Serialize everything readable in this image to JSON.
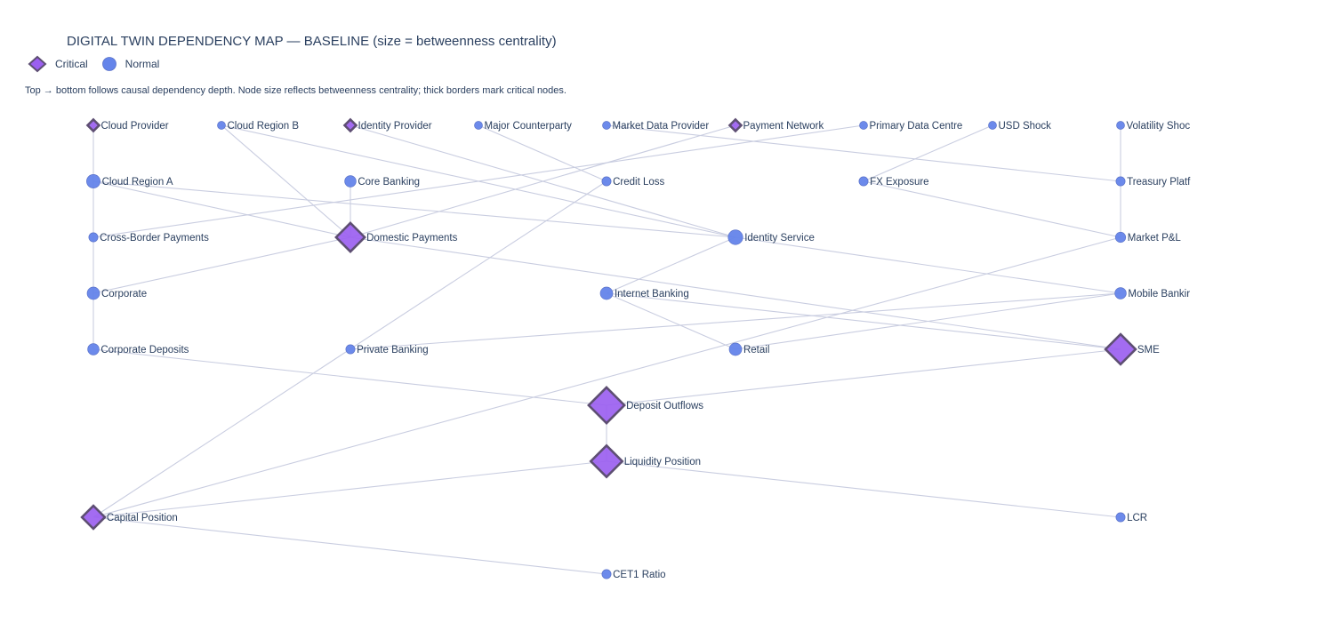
{
  "title": "DIGITAL TWIN DEPENDENCY MAP — BASELINE (size = betweenness centrality)",
  "subtitle": "Top → bottom follows causal dependency depth. Node size reflects betweenness centrality; thick borders mark critical nodes.",
  "legend": {
    "critical": "Critical",
    "normal": "Normal"
  },
  "colors": {
    "node_fill": "#6484ea",
    "critical_fill": "#9b5ff0",
    "critical_border": "#5e4f73",
    "edge": "#c9cde0",
    "text": "#2a3f5f"
  },
  "nodes": [
    {
      "id": "cloud-provider",
      "label": "Cloud Provider",
      "col": 0,
      "row": 0,
      "critical": true,
      "size": 1
    },
    {
      "id": "cloud-region-b",
      "label": "Cloud Region B",
      "col": 1,
      "row": 0,
      "critical": false,
      "size": 1
    },
    {
      "id": "identity-provider",
      "label": "Identity Provider",
      "col": 2,
      "row": 0,
      "critical": true,
      "size": 1
    },
    {
      "id": "major-counterparty",
      "label": "Major Counterparty",
      "col": 3,
      "row": 0,
      "critical": false,
      "size": 1
    },
    {
      "id": "market-data-provider",
      "label": "Market Data Provider",
      "col": 4,
      "row": 0,
      "critical": false,
      "size": 1
    },
    {
      "id": "payment-network",
      "label": "Payment Network",
      "col": 5,
      "row": 0,
      "critical": true,
      "size": 1
    },
    {
      "id": "primary-data-centre",
      "label": "Primary Data Centre",
      "col": 6,
      "row": 0,
      "critical": false,
      "size": 1
    },
    {
      "id": "usd-shock",
      "label": "USD Shock",
      "col": 7,
      "row": 0,
      "critical": false,
      "size": 1
    },
    {
      "id": "volatility-shock",
      "label": "Volatility Shoc",
      "col": 8,
      "row": 0,
      "critical": false,
      "size": 1
    },
    {
      "id": "cloud-region-a",
      "label": "Cloud Region A",
      "col": 0,
      "row": 1,
      "critical": false,
      "size": 2
    },
    {
      "id": "core-banking",
      "label": "Core Banking",
      "col": 2,
      "row": 1,
      "critical": false,
      "size": 1.6
    },
    {
      "id": "credit-loss",
      "label": "Credit Loss",
      "col": 4,
      "row": 1,
      "critical": false,
      "size": 1.2
    },
    {
      "id": "fx-exposure",
      "label": "FX Exposure",
      "col": 6,
      "row": 1,
      "critical": false,
      "size": 1.2
    },
    {
      "id": "treasury-platform",
      "label": "Treasury Platf",
      "col": 8,
      "row": 1,
      "critical": false,
      "size": 1.2
    },
    {
      "id": "cross-border-payments",
      "label": "Cross-Border Payments",
      "col": 0,
      "row": 2,
      "critical": false,
      "size": 1.2
    },
    {
      "id": "domestic-payments",
      "label": "Domestic Payments",
      "col": 2,
      "row": 2,
      "critical": true,
      "size": 3.4
    },
    {
      "id": "identity-service",
      "label": "Identity Service",
      "col": 5,
      "row": 2,
      "critical": false,
      "size": 2.2
    },
    {
      "id": "market-pnl",
      "label": "Market P&L",
      "col": 8,
      "row": 2,
      "critical": false,
      "size": 1.4
    },
    {
      "id": "corporate",
      "label": "Corporate",
      "col": 0,
      "row": 3,
      "critical": false,
      "size": 1.8
    },
    {
      "id": "internet-banking",
      "label": "Internet Banking",
      "col": 4,
      "row": 3,
      "critical": false,
      "size": 1.8
    },
    {
      "id": "mobile-banking",
      "label": "Mobile Bankir",
      "col": 8,
      "row": 3,
      "critical": false,
      "size": 1.6
    },
    {
      "id": "corporate-deposits",
      "label": "Corporate Deposits",
      "col": 0,
      "row": 4,
      "critical": false,
      "size": 1.6
    },
    {
      "id": "private-banking",
      "label": "Private Banking",
      "col": 2,
      "row": 4,
      "critical": false,
      "size": 1.2
    },
    {
      "id": "retail",
      "label": "Retail",
      "col": 5,
      "row": 4,
      "critical": false,
      "size": 1.8
    },
    {
      "id": "sme",
      "label": "SME",
      "col": 8,
      "row": 4,
      "critical": true,
      "size": 3.6
    },
    {
      "id": "deposit-outflows",
      "label": "Deposit Outflows",
      "col": 4,
      "row": 5,
      "critical": true,
      "size": 4.4
    },
    {
      "id": "liquidity-position",
      "label": "Liquidity Position",
      "col": 4,
      "row": 6,
      "critical": true,
      "size": 3.8
    },
    {
      "id": "capital-position",
      "label": "Capital Position",
      "col": 0,
      "row": 7,
      "critical": true,
      "size": 2.6
    },
    {
      "id": "lcr",
      "label": "LCR",
      "col": 8,
      "row": 7,
      "critical": false,
      "size": 1.2
    },
    {
      "id": "cet1-ratio",
      "label": "CET1 Ratio",
      "col": 4,
      "row": 8,
      "critical": false,
      "size": 1.2
    }
  ],
  "edges": [
    [
      "cloud-provider",
      "cloud-region-a"
    ],
    [
      "cloud-region-a",
      "cross-border-payments"
    ],
    [
      "cross-border-payments",
      "corporate"
    ],
    [
      "corporate",
      "corporate-deposits"
    ],
    [
      "cloud-region-a",
      "domestic-payments"
    ],
    [
      "cloud-region-a",
      "identity-service"
    ],
    [
      "cloud-region-b",
      "domestic-payments"
    ],
    [
      "cloud-region-b",
      "identity-service"
    ],
    [
      "identity-provider",
      "identity-service"
    ],
    [
      "core-banking",
      "domestic-payments"
    ],
    [
      "primary-data-centre",
      "cross-border-payments"
    ],
    [
      "payment-network",
      "domestic-payments"
    ],
    [
      "major-counterparty",
      "credit-loss"
    ],
    [
      "market-data-provider",
      "treasury-platform"
    ],
    [
      "usd-shock",
      "fx-exposure"
    ],
    [
      "volatility-shock",
      "treasury-platform"
    ],
    [
      "treasury-platform",
      "market-pnl"
    ],
    [
      "fx-exposure",
      "market-pnl"
    ],
    [
      "credit-loss",
      "capital-position"
    ],
    [
      "market-pnl",
      "capital-position"
    ],
    [
      "corporate",
      "domestic-payments"
    ],
    [
      "domestic-payments",
      "sme"
    ],
    [
      "identity-service",
      "mobile-banking"
    ],
    [
      "identity-service",
      "internet-banking"
    ],
    [
      "internet-banking",
      "retail"
    ],
    [
      "internet-banking",
      "sme"
    ],
    [
      "mobile-banking",
      "private-banking"
    ],
    [
      "mobile-banking",
      "retail"
    ],
    [
      "corporate-deposits",
      "deposit-outflows"
    ],
    [
      "sme",
      "deposit-outflows"
    ],
    [
      "deposit-outflows",
      "liquidity-position"
    ],
    [
      "liquidity-position",
      "capital-position"
    ],
    [
      "liquidity-position",
      "lcr"
    ],
    [
      "capital-position",
      "cet1-ratio"
    ]
  ]
}
